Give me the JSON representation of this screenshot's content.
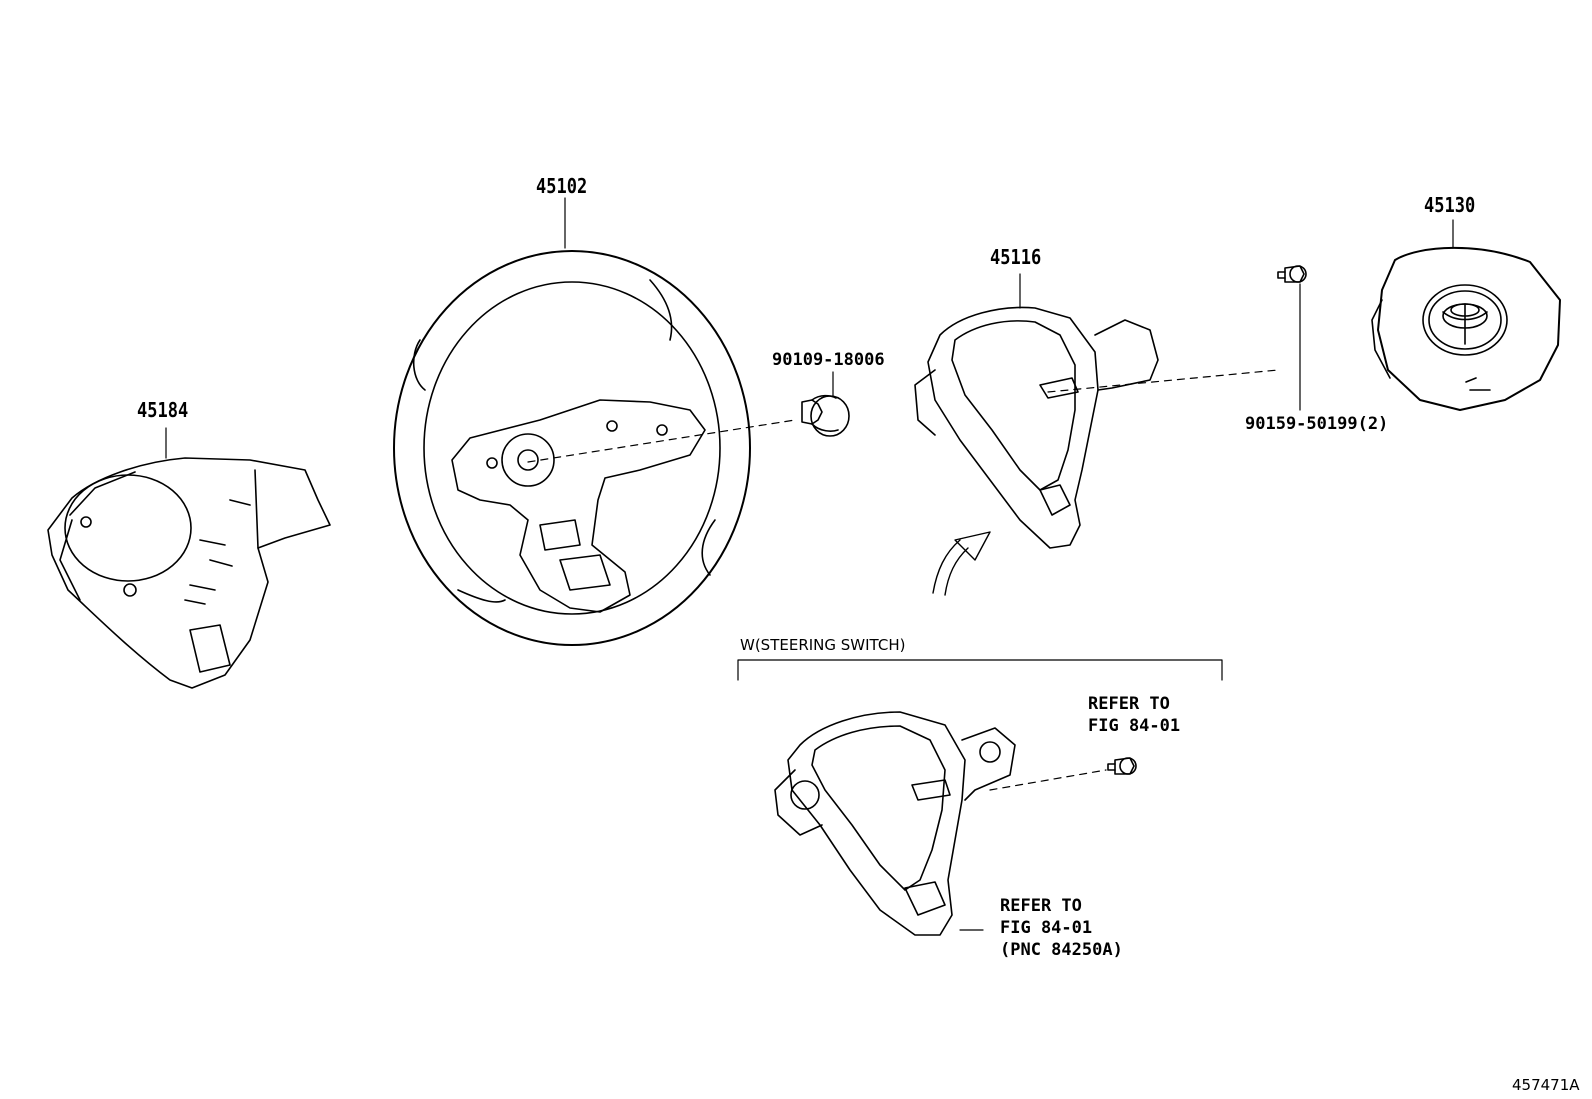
{
  "parts": {
    "p45102": "45102",
    "p45184": "45184",
    "p45116": "45116",
    "p45130": "45130",
    "p90109": "90109-18006",
    "p90159": "90159-50199(2)"
  },
  "condition_label": "W(STEERING SWITCH)",
  "refer_upper": {
    "line1": "REFER TO",
    "line2": "FIG 84-01"
  },
  "refer_lower": {
    "line1": "REFER TO",
    "line2": "FIG 84-01",
    "line3": "(PNC 84250A)"
  },
  "illustration_ref": "457471A",
  "icons": {
    "steering_wheel": "steering-wheel-drawing",
    "column_cover": "column-cover-drawing",
    "lower_cover": "lower-cover-drawing",
    "airbag": "airbag-module-drawing",
    "nut": "nut-drawing",
    "screw": "screw-drawing",
    "arrow": "curved-arrow"
  }
}
